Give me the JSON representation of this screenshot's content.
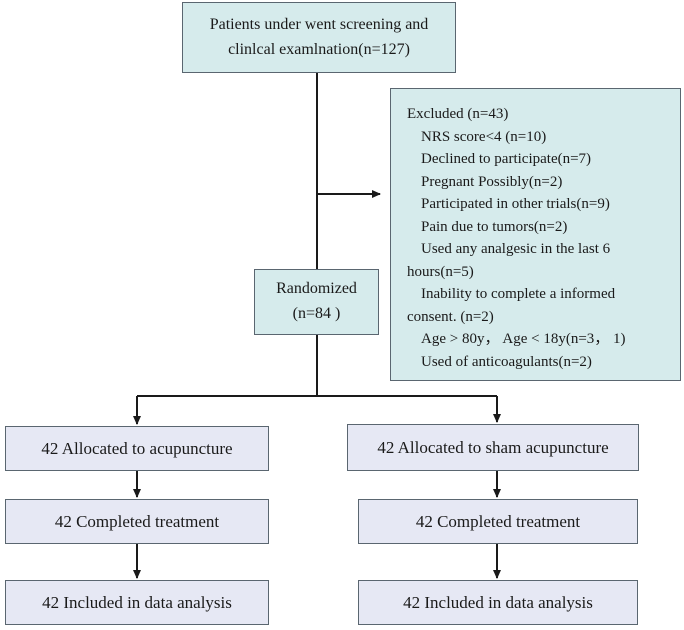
{
  "screening": {
    "line1": "Patients under went screening and",
    "line2": "clinlcal examlnation(n=127)"
  },
  "randomized": {
    "line1": "Randomized",
    "line2": "(n=84 )"
  },
  "excluded": {
    "title": "Excluded (n=43)",
    "items": [
      "NRS score<4 (n=10)",
      "Declined to participate(n=7)",
      "Pregnant Possibly(n=2)",
      "Participated in other trials(n=9)",
      "Pain due to tumors(n=2)",
      "Used any analgesic in the last 6",
      "hours(n=5)",
      "Inability to complete a informed",
      "consent. (n=2)",
      "Age > 80y， Age < 18y(n=3， 1)",
      "Used of anticoagulants(n=2)"
    ]
  },
  "left_arm": {
    "allocated": "42 Allocated to acupuncture",
    "completed": "42 Completed treatment",
    "analysis": "42 Included in data analysis"
  },
  "right_arm": {
    "allocated": "42 Allocated to sham acupuncture",
    "completed": "42 Completed treatment",
    "analysis": "42 Included in data analysis"
  },
  "colors": {
    "teal_box": "#d6ebec",
    "lavender_box": "#e6e8f4",
    "line": "#1a1a1a"
  }
}
